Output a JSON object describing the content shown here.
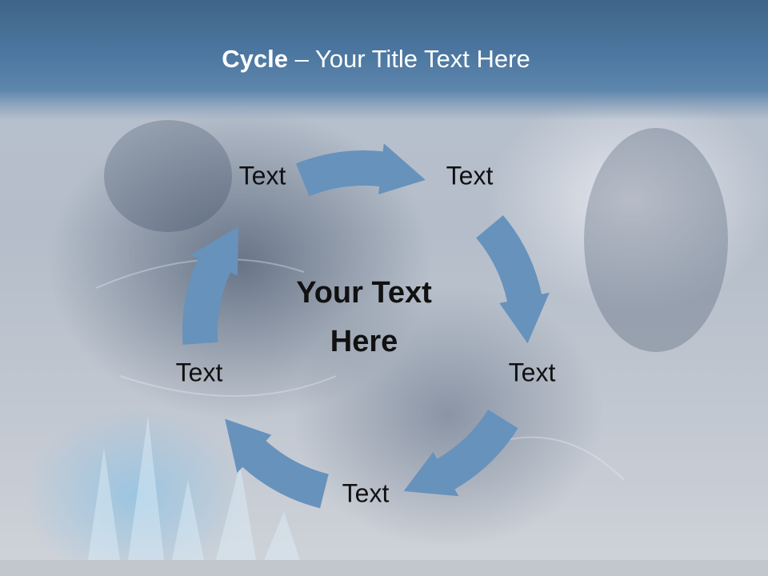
{
  "slide": {
    "title_bold": "Cycle",
    "title_rest": " – Your Title Text Here",
    "center_text": "Your Text Here"
  },
  "cycle": {
    "node_count": 5,
    "direction": "clockwise",
    "arrow_color": "#6792bc",
    "nodes": [
      {
        "label": "Text"
      },
      {
        "label": "Text"
      },
      {
        "label": "Text"
      },
      {
        "label": "Text"
      },
      {
        "label": "Text"
      }
    ]
  },
  "colors": {
    "header_band": "#4c77a0",
    "title_text": "#ffffff",
    "body_text": "#111111"
  }
}
